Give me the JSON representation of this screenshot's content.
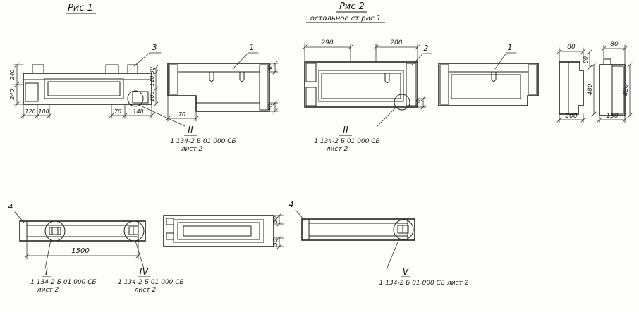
{
  "colors": {
    "ink": "#1f1f1f",
    "paper": "#ffffff"
  },
  "figures": {
    "fig1": {
      "title": "Рис 1"
    },
    "fig2": {
      "title": "Рис 2",
      "subtitle": "остальное ст рис 1"
    }
  },
  "callouts": {
    "view_a_pos3": "3",
    "view_b_pos1": "1",
    "view_c_pos2": "2",
    "view_d_pos1": "1",
    "view_f_pos4": "4",
    "view_h_pos4": "4"
  },
  "details": {
    "section_ii_left": {
      "mark": "II",
      "doc": "1 134-2 Б 01 000 СБ",
      "sheet": "лист 2"
    },
    "section_ii_right": {
      "mark": "II",
      "doc": "1 134-2 Б 01 000 СБ",
      "sheet": "лист 2"
    },
    "node_i": {
      "mark": "I",
      "doc": "1 134-2 Б 01 000 СБ",
      "sheet": "лист 2"
    },
    "node_iv": {
      "mark": "IV",
      "doc": "1 134-2 Б 01 000 СБ",
      "sheet": "лист 2"
    },
    "node_v": {
      "mark": "V",
      "doc": "1 134-2 Б 01 000 СБ лист 2"
    }
  },
  "dims": {
    "view_a": {
      "left_upper": "240",
      "left_lower": "240",
      "bottom_1": "120",
      "bottom_2": "100",
      "bottom_3": "70",
      "bottom_4": "140",
      "right_1": "30",
      "right_2": "110",
      "right_3": "100"
    },
    "view_b": {
      "top_right": "30",
      "bottom_left": "70",
      "bottom_right": "30"
    },
    "view_c": {
      "top_left": "290",
      "top_right": "280",
      "bottom_right": "30"
    },
    "view_e": {
      "top_1": "80",
      "top_2": "80",
      "top_3": "80",
      "height_left": "480",
      "height_right": "480",
      "bottom_left": "200",
      "bottom_right": "150"
    },
    "view_f": {
      "length": "1500"
    },
    "view_g": {
      "right_top": "30",
      "right_bottom": "30"
    }
  }
}
